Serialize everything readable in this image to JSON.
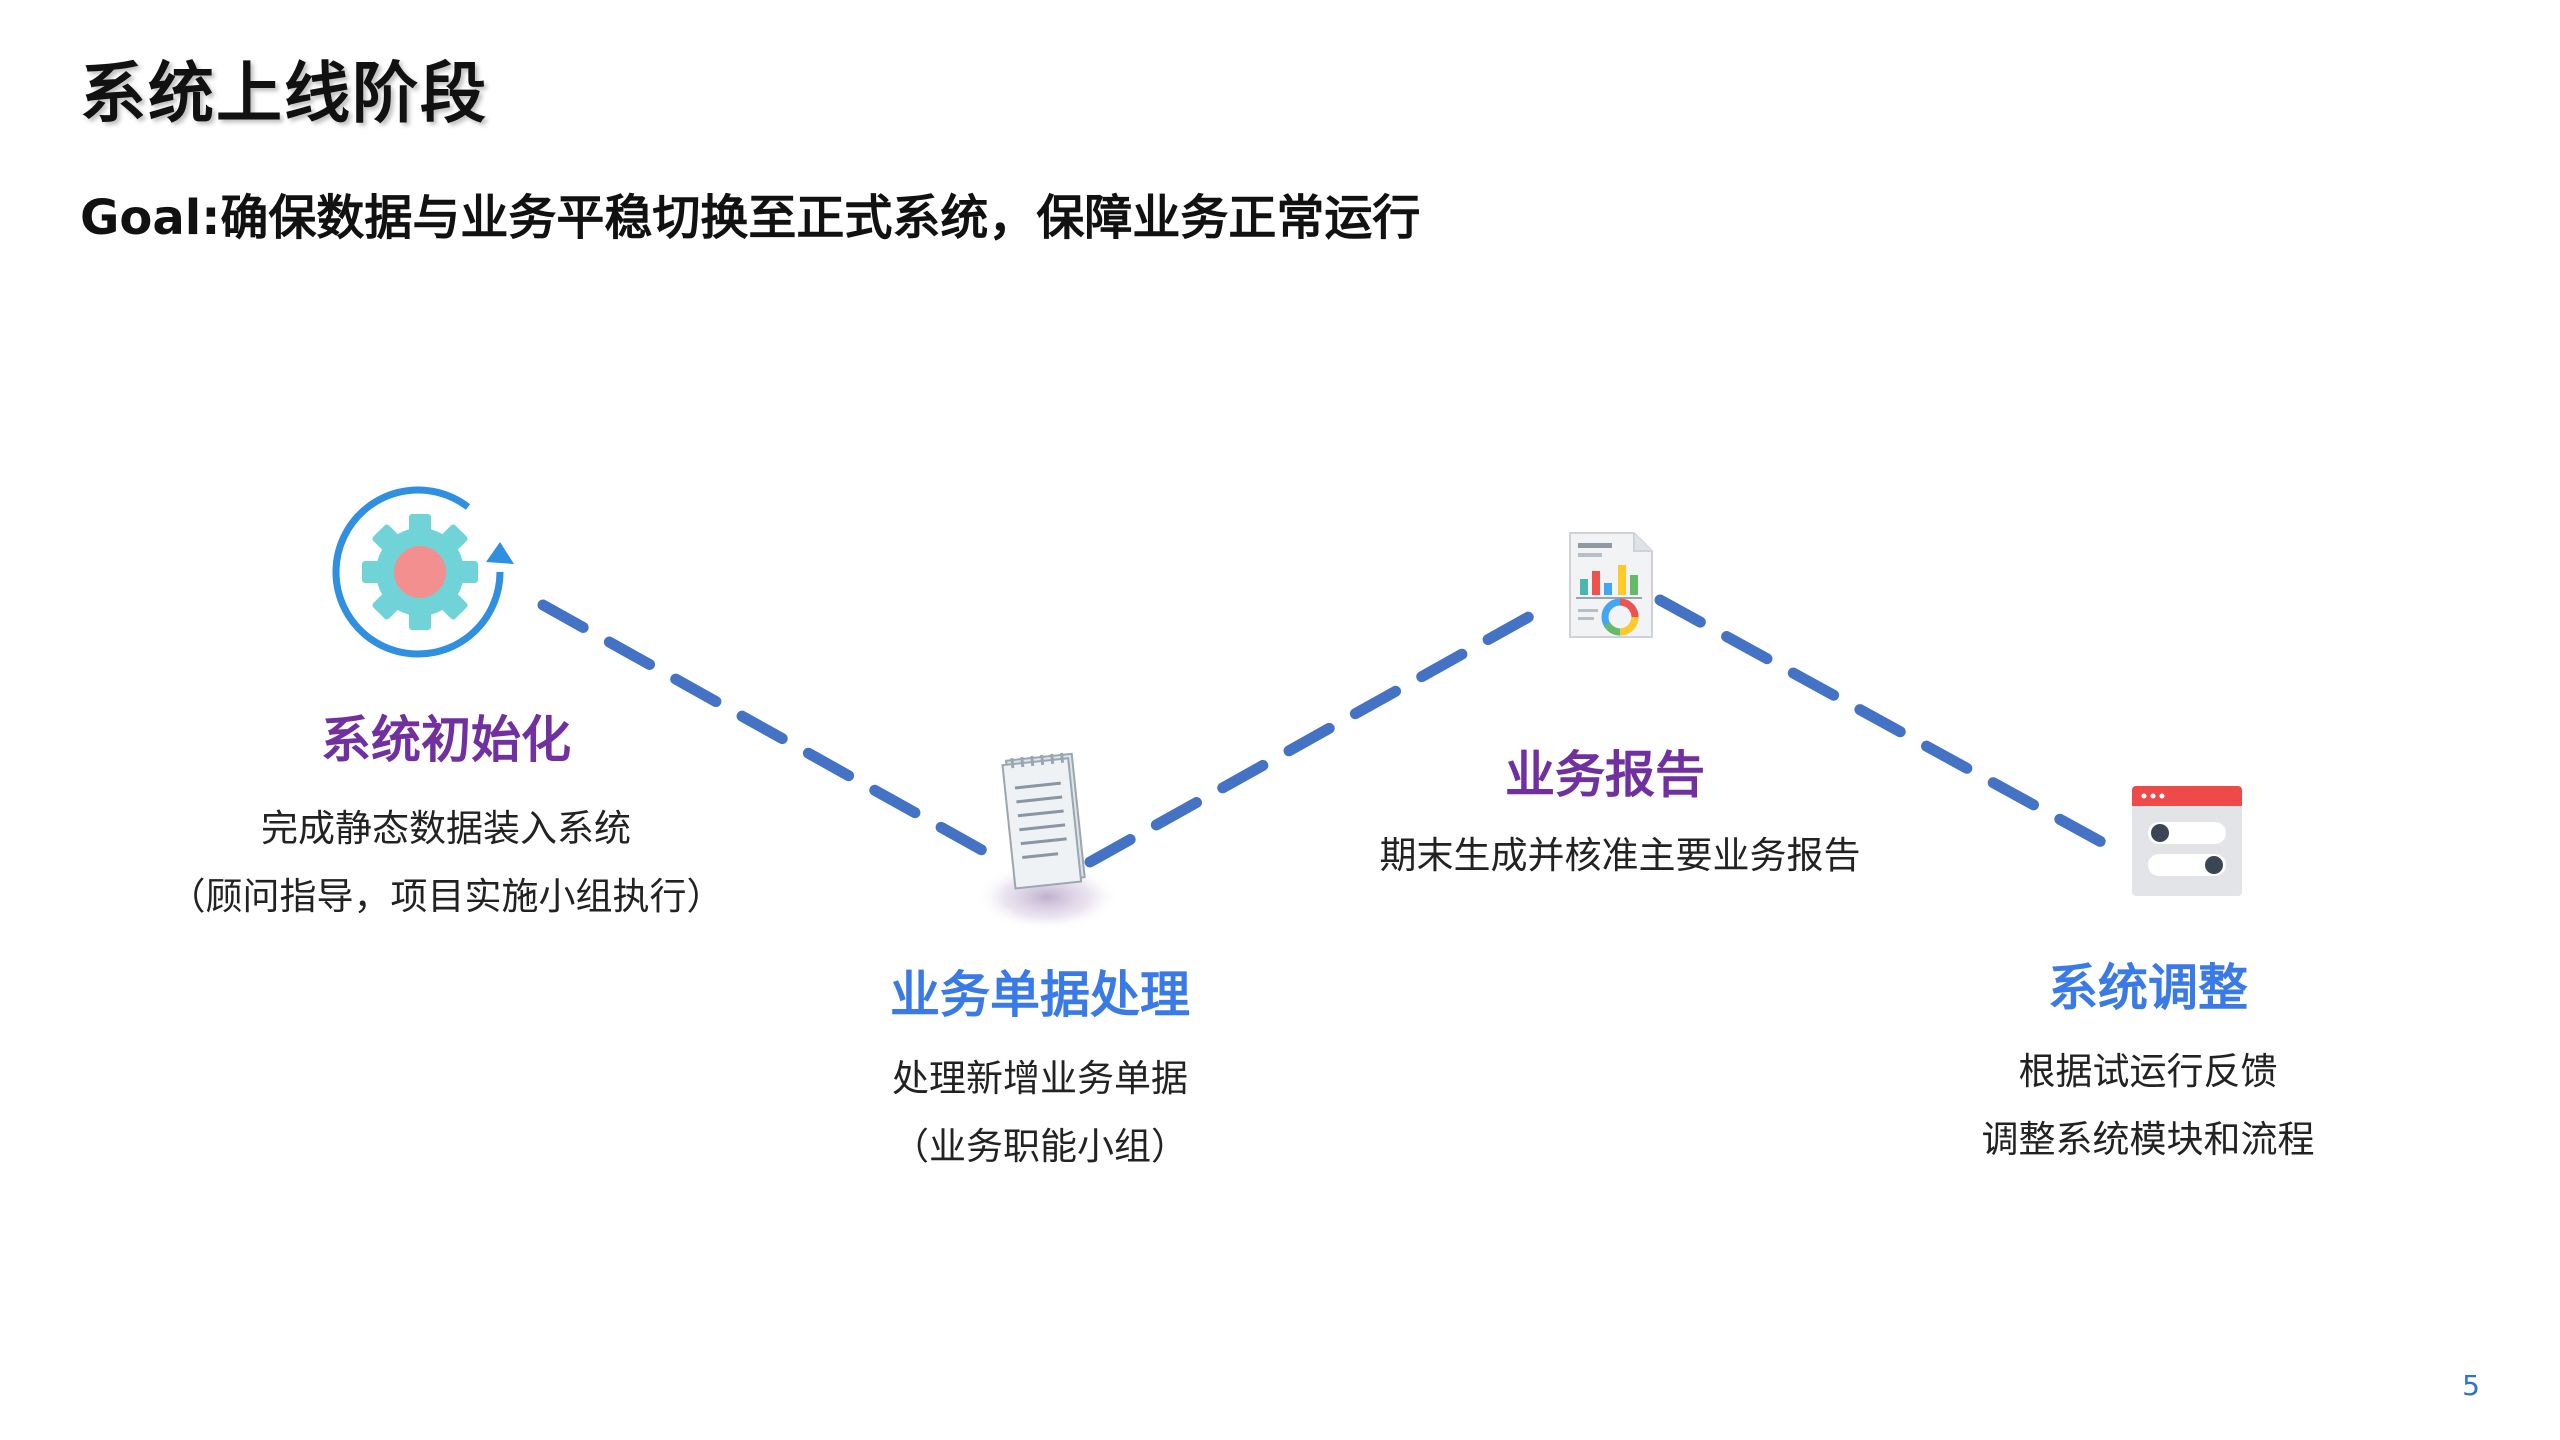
{
  "slide": {
    "title": "系统上线阶段",
    "goal": "Goal:确保数据与业务平稳切换至正式系统，保障业务正常运行",
    "page_number": "5"
  },
  "colors": {
    "purple": "#7030a0",
    "blue": "#3a7ae6",
    "dashed_path": "#4472c4"
  },
  "steps": [
    {
      "title": "系统初始化",
      "title_color": "#7030a0",
      "icon": "gear-cycle-icon",
      "desc_line1": "完成静态数据装入系统",
      "desc_line2": "（顾问指导，项目实施小组执行）"
    },
    {
      "title": "业务单据处理",
      "title_color": "#3a7ae6",
      "icon": "document-icon",
      "desc_line1": "处理新增业务单据",
      "desc_line2": "（业务职能小组）"
    },
    {
      "title": "业务报告",
      "title_color": "#7030a0",
      "icon": "report-chart-icon",
      "desc_line1": "期末生成并核准主要业务报告",
      "desc_line2": ""
    },
    {
      "title": "系统调整",
      "title_color": "#3a7ae6",
      "icon": "settings-window-icon",
      "desc_line1": "根据试运行反馈",
      "desc_line2": "调整系统模块和流程"
    }
  ]
}
